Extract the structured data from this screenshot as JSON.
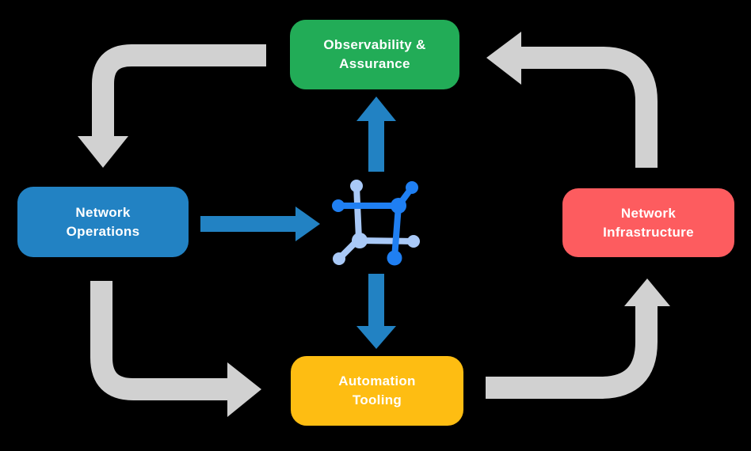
{
  "diagram": {
    "name": "network-automation-lifecycle",
    "nodes": [
      {
        "id": "observability",
        "label": "Observability &\nAssurance",
        "color": "#22AC57"
      },
      {
        "id": "operations",
        "label": "Network\nOperations",
        "color": "#2282C3"
      },
      {
        "id": "infrastructure",
        "label": "Network\nInfrastructure",
        "color": "#FD5C5F"
      },
      {
        "id": "automation",
        "label": "Automation\nTooling",
        "color": "#FEBD12"
      }
    ],
    "edges": [
      {
        "from": "observability",
        "to": "operations",
        "style": "gray-corner-arrow",
        "position": "top-left"
      },
      {
        "from": "operations",
        "to": "automation",
        "style": "gray-corner-arrow",
        "position": "bottom-left"
      },
      {
        "from": "automation",
        "to": "infrastructure",
        "style": "gray-corner-arrow",
        "position": "bottom-right"
      },
      {
        "from": "infrastructure",
        "to": "observability",
        "style": "gray-corner-arrow",
        "position": "top-right"
      },
      {
        "from": "operations",
        "to": "center-icon",
        "style": "blue-straight-arrow",
        "position": "center-left"
      },
      {
        "from": "center-icon",
        "to": "observability",
        "style": "blue-straight-arrow",
        "position": "center-up"
      },
      {
        "from": "center-icon",
        "to": "automation",
        "style": "blue-straight-arrow",
        "position": "center-down"
      }
    ],
    "center_icon": {
      "name": "network-automation-icon"
    }
  },
  "colors": {
    "background": "#000000",
    "arrow_gray": "#D1D1D1",
    "arrow_blue": "#2282C3",
    "icon_dark_blue": "#1F7FF2",
    "icon_light_blue": "#A9C9F7",
    "node_text": "#FFFFFF"
  }
}
